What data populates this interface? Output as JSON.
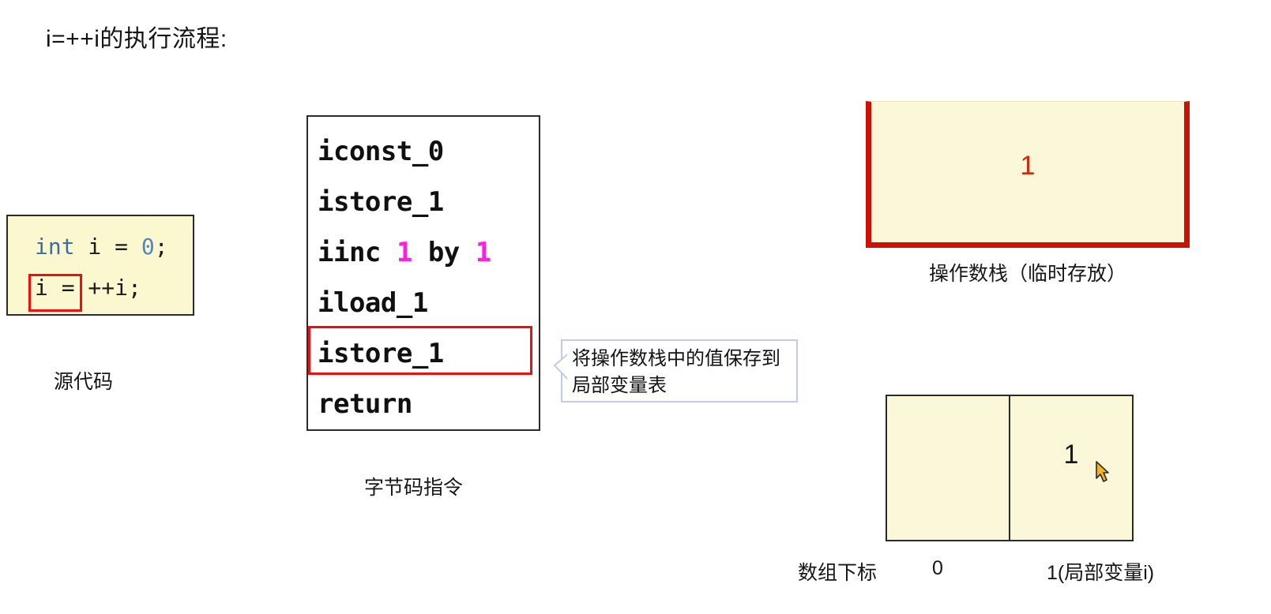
{
  "title": "i=++i的执行流程:",
  "source": {
    "label": "源代码",
    "line1_kw": "int",
    "line1_mid": " i = ",
    "line1_num": "0",
    "line1_end": ";",
    "line2": "i = ++i;",
    "highlight_target": "i ="
  },
  "bytecode": {
    "label": "字节码指令",
    "instructions": [
      {
        "text": "iconst_0",
        "highlighted": false
      },
      {
        "text": "istore_1",
        "highlighted": false
      },
      {
        "text": "iinc 1 by 1",
        "highlighted": false
      },
      {
        "text": "iload_1",
        "highlighted": false
      },
      {
        "text": "istore_1",
        "highlighted": true
      },
      {
        "text": "return",
        "highlighted": false
      }
    ],
    "line3_parts": {
      "op": "iinc ",
      "arg1": "1",
      "mid": " by ",
      "arg2": "1"
    },
    "lines_plain": {
      "l1": "iconst_0",
      "l2": "istore_1",
      "l4": "iload_1",
      "l5": "istore_1",
      "l6": "return"
    }
  },
  "callout": {
    "text": "将操作数栈中的值保存到局部变量表"
  },
  "operand_stack": {
    "label": "操作数栈（临时存放）",
    "value": "1"
  },
  "local_variable_table": {
    "cells": [
      {
        "index": "0",
        "value": ""
      },
      {
        "index": "1",
        "value": "1"
      }
    ],
    "index_label": "数组下标",
    "slot0_label": "0",
    "slot1_label": "1(局部变量i)"
  },
  "colors": {
    "highlight_red": "#ef0f0f",
    "stack_border_red": "#cc1205",
    "stack_value_red": "#d3290a",
    "cream_fill": "#fbf7d9",
    "source_fill": "#fbf7cf",
    "bytecode_arg_magenta": "#fa22e0",
    "keyword_blue": "#3a6ea5",
    "callout_border": "#c3cbe4",
    "cursor_gold": "#f5b324"
  },
  "cursor": {
    "icon": "pointer-arrow-cursor"
  }
}
